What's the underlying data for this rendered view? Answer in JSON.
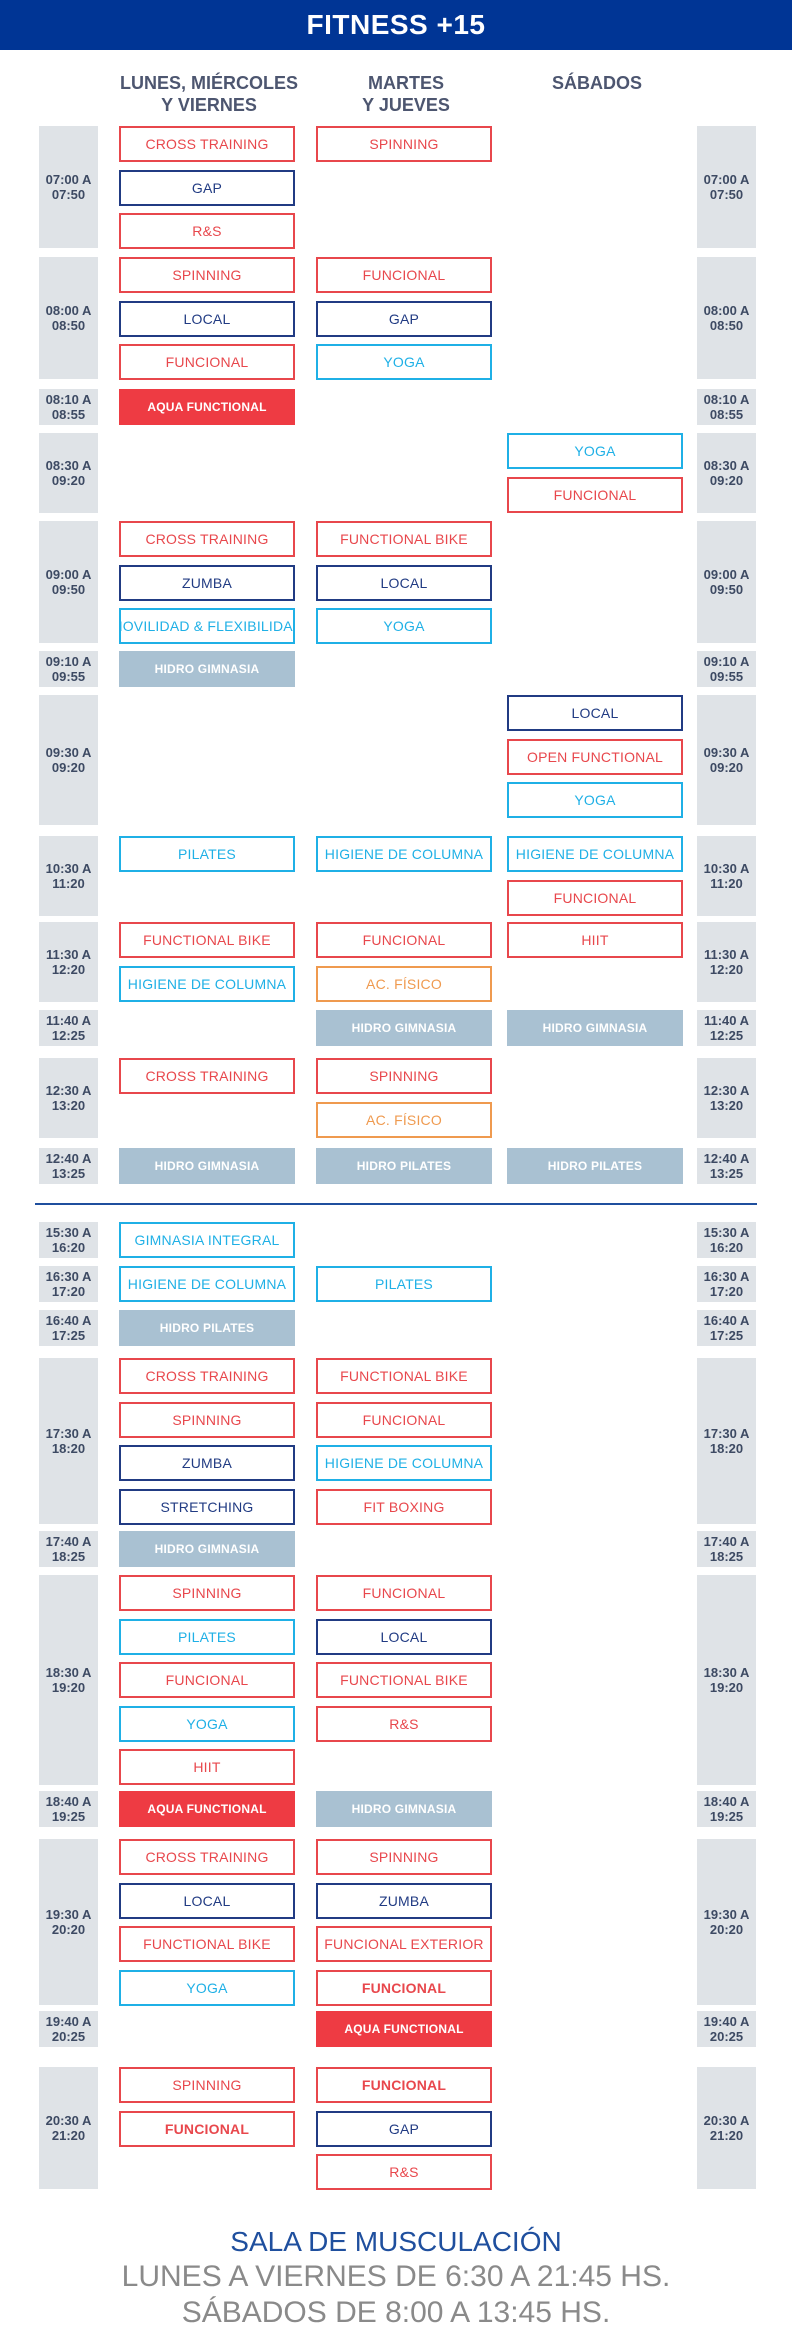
{
  "header": {
    "title": "FITNESS +15"
  },
  "columns": [
    "LUNES, MIÉRCOLES\nY VIERNES",
    "MARTES\nY JUEVES",
    "SÁBADOS"
  ],
  "colors": {
    "header_bg": "#003595",
    "red": "#e8474c",
    "navy": "#213b83",
    "cyan": "#1fb0e6",
    "orange": "#ef9a4f",
    "fill_red": "#ee3b43",
    "fill_gray": "#a9c1d2",
    "time_bg": "#dfe3e7"
  },
  "times": [
    {
      "label": "07:00 A\n07:50"
    },
    {
      "label": "08:00 A\n08:50"
    },
    {
      "label": "08:10 A\n08:55"
    },
    {
      "label": "08:30 A\n09:20"
    },
    {
      "label": "09:00 A\n09:50"
    },
    {
      "label": "09:10 A\n09:55"
    },
    {
      "label": "09:30 A\n09:20"
    },
    {
      "label": "10:30 A\n11:20"
    },
    {
      "label": "11:30 A\n12:20"
    },
    {
      "label": "11:40 A\n12:25"
    },
    {
      "label": "12:30 A\n13:20"
    },
    {
      "label": "12:40 A\n13:25"
    },
    {
      "label": "15:30 A\n16:20"
    },
    {
      "label": "16:30 A\n17:20"
    },
    {
      "label": "16:40 A\n17:25"
    },
    {
      "label": "17:30 A\n18:20"
    },
    {
      "label": "17:40 A\n18:25"
    },
    {
      "label": "18:30 A\n19:20"
    },
    {
      "label": "18:40 A\n19:25"
    },
    {
      "label": "19:30 A\n20:20"
    },
    {
      "label": "19:40 A\n20:25"
    },
    {
      "label": "20:30 A\n21:20"
    }
  ],
  "classes": [
    {
      "time": 0,
      "col": 0,
      "row": 0,
      "name": "CROSS TRAINING",
      "style": "red"
    },
    {
      "time": 0,
      "col": 0,
      "row": 1,
      "name": "GAP",
      "style": "navy"
    },
    {
      "time": 0,
      "col": 0,
      "row": 2,
      "name": "R&S",
      "style": "red"
    },
    {
      "time": 0,
      "col": 1,
      "row": 0,
      "name": "SPINNING",
      "style": "red"
    },
    {
      "time": 1,
      "col": 0,
      "row": 0,
      "name": "SPINNING",
      "style": "red"
    },
    {
      "time": 1,
      "col": 0,
      "row": 1,
      "name": "LOCAL",
      "style": "navy"
    },
    {
      "time": 1,
      "col": 0,
      "row": 2,
      "name": "FUNCIONAL",
      "style": "red"
    },
    {
      "time": 1,
      "col": 1,
      "row": 0,
      "name": "FUNCIONAL",
      "style": "red"
    },
    {
      "time": 1,
      "col": 1,
      "row": 1,
      "name": "GAP",
      "style": "navy"
    },
    {
      "time": 1,
      "col": 1,
      "row": 2,
      "name": "YOGA",
      "style": "cyan"
    },
    {
      "time": 2,
      "col": 0,
      "row": 0,
      "name": "AQUA FUNCTIONAL",
      "style": "fillred"
    },
    {
      "time": 3,
      "col": 2,
      "row": 0,
      "name": "YOGA",
      "style": "cyan"
    },
    {
      "time": 3,
      "col": 2,
      "row": 1,
      "name": "FUNCIONAL",
      "style": "red"
    },
    {
      "time": 4,
      "col": 0,
      "row": 0,
      "name": "CROSS TRAINING",
      "style": "red"
    },
    {
      "time": 4,
      "col": 0,
      "row": 1,
      "name": "ZUMBA",
      "style": "navy"
    },
    {
      "time": 4,
      "col": 0,
      "row": 2,
      "name": "MOVILIDAD & FLEXIBILIDAD",
      "style": "cyan"
    },
    {
      "time": 4,
      "col": 1,
      "row": 0,
      "name": "FUNCTIONAL BIKE",
      "style": "red"
    },
    {
      "time": 4,
      "col": 1,
      "row": 1,
      "name": "LOCAL",
      "style": "navy"
    },
    {
      "time": 4,
      "col": 1,
      "row": 2,
      "name": "YOGA",
      "style": "cyan"
    },
    {
      "time": 5,
      "col": 0,
      "row": 0,
      "name": "HIDRO GIMNASIA",
      "style": "fillgray"
    },
    {
      "time": 6,
      "col": 2,
      "row": 0,
      "name": "LOCAL",
      "style": "navy"
    },
    {
      "time": 6,
      "col": 2,
      "row": 1,
      "name": "OPEN FUNCTIONAL",
      "style": "red"
    },
    {
      "time": 6,
      "col": 2,
      "row": 2,
      "name": "YOGA",
      "style": "cyan"
    },
    {
      "time": 7,
      "col": 0,
      "row": 0,
      "name": "PILATES",
      "style": "cyan"
    },
    {
      "time": 7,
      "col": 1,
      "row": 0,
      "name": "HIGIENE DE COLUMNA",
      "style": "cyan"
    },
    {
      "time": 7,
      "col": 2,
      "row": 0,
      "name": "HIGIENE DE COLUMNA",
      "style": "cyan"
    },
    {
      "time": 7,
      "col": 2,
      "row": 1,
      "name": "FUNCIONAL",
      "style": "red"
    },
    {
      "time": 8,
      "col": 0,
      "row": 0,
      "name": "FUNCTIONAL BIKE",
      "style": "red"
    },
    {
      "time": 8,
      "col": 0,
      "row": 1,
      "name": "HIGIENE DE COLUMNA",
      "style": "cyan"
    },
    {
      "time": 8,
      "col": 1,
      "row": 0,
      "name": "FUNCIONAL",
      "style": "red"
    },
    {
      "time": 8,
      "col": 1,
      "row": 1,
      "name": "AC. FÍSICO",
      "style": "orange"
    },
    {
      "time": 8,
      "col": 2,
      "row": 0,
      "name": "HIIT",
      "style": "red"
    },
    {
      "time": 9,
      "col": 1,
      "row": 0,
      "name": "HIDRO GIMNASIA",
      "style": "fillgray"
    },
    {
      "time": 9,
      "col": 2,
      "row": 0,
      "name": "HIDRO GIMNASIA",
      "style": "fillgray"
    },
    {
      "time": 10,
      "col": 0,
      "row": 0,
      "name": "CROSS TRAINING",
      "style": "red"
    },
    {
      "time": 10,
      "col": 1,
      "row": 0,
      "name": "SPINNING",
      "style": "red"
    },
    {
      "time": 10,
      "col": 1,
      "row": 1,
      "name": "AC. FÍSICO",
      "style": "orange"
    },
    {
      "time": 11,
      "col": 0,
      "row": 0,
      "name": "HIDRO GIMNASIA",
      "style": "fillgray"
    },
    {
      "time": 11,
      "col": 1,
      "row": 0,
      "name": "HIDRO PILATES",
      "style": "fillgray"
    },
    {
      "time": 11,
      "col": 2,
      "row": 0,
      "name": "HIDRO PILATES",
      "style": "fillgray"
    },
    {
      "time": 12,
      "col": 0,
      "row": 0,
      "name": "GIMNASIA INTEGRAL",
      "style": "cyan"
    },
    {
      "time": 13,
      "col": 0,
      "row": 0,
      "name": "HIGIENE DE COLUMNA",
      "style": "cyan"
    },
    {
      "time": 13,
      "col": 1,
      "row": 0,
      "name": "PILATES",
      "style": "cyan"
    },
    {
      "time": 14,
      "col": 0,
      "row": 0,
      "name": "HIDRO PILATES",
      "style": "fillgray"
    },
    {
      "time": 15,
      "col": 0,
      "row": 0,
      "name": "CROSS TRAINING",
      "style": "red"
    },
    {
      "time": 15,
      "col": 0,
      "row": 1,
      "name": "SPINNING",
      "style": "red"
    },
    {
      "time": 15,
      "col": 0,
      "row": 2,
      "name": "ZUMBA",
      "style": "navy"
    },
    {
      "time": 15,
      "col": 0,
      "row": 3,
      "name": "STRETCHING",
      "style": "navy"
    },
    {
      "time": 15,
      "col": 1,
      "row": 0,
      "name": "FUNCTIONAL BIKE",
      "style": "red"
    },
    {
      "time": 15,
      "col": 1,
      "row": 1,
      "name": "FUNCIONAL",
      "style": "red"
    },
    {
      "time": 15,
      "col": 1,
      "row": 2,
      "name": "HIGIENE DE COLUMNA",
      "style": "cyan"
    },
    {
      "time": 15,
      "col": 1,
      "row": 3,
      "name": "FIT BOXING",
      "style": "red"
    },
    {
      "time": 16,
      "col": 0,
      "row": 0,
      "name": "HIDRO GIMNASIA",
      "style": "fillgray"
    },
    {
      "time": 17,
      "col": 0,
      "row": 0,
      "name": "SPINNING",
      "style": "red"
    },
    {
      "time": 17,
      "col": 0,
      "row": 1,
      "name": "PILATES",
      "style": "cyan"
    },
    {
      "time": 17,
      "col": 0,
      "row": 2,
      "name": "FUNCIONAL",
      "style": "red"
    },
    {
      "time": 17,
      "col": 0,
      "row": 3,
      "name": "YOGA",
      "style": "cyan"
    },
    {
      "time": 17,
      "col": 0,
      "row": 4,
      "name": "HIIT",
      "style": "red"
    },
    {
      "time": 17,
      "col": 1,
      "row": 0,
      "name": "FUNCIONAL",
      "style": "red"
    },
    {
      "time": 17,
      "col": 1,
      "row": 1,
      "name": "LOCAL",
      "style": "navy"
    },
    {
      "time": 17,
      "col": 1,
      "row": 2,
      "name": "FUNCTIONAL BIKE",
      "style": "red"
    },
    {
      "time": 17,
      "col": 1,
      "row": 3,
      "name": "R&S",
      "style": "red"
    },
    {
      "time": 18,
      "col": 0,
      "row": 0,
      "name": "AQUA FUNCTIONAL",
      "style": "fillred"
    },
    {
      "time": 18,
      "col": 1,
      "row": 0,
      "name": "HIDRO GIMNASIA",
      "style": "fillgray"
    },
    {
      "time": 19,
      "col": 0,
      "row": 0,
      "name": "CROSS TRAINING",
      "style": "red"
    },
    {
      "time": 19,
      "col": 0,
      "row": 1,
      "name": "LOCAL",
      "style": "navy"
    },
    {
      "time": 19,
      "col": 0,
      "row": 2,
      "name": "FUNCTIONAL BIKE",
      "style": "red"
    },
    {
      "time": 19,
      "col": 0,
      "row": 3,
      "name": "YOGA",
      "style": "cyan"
    },
    {
      "time": 19,
      "col": 1,
      "row": 0,
      "name": "SPINNING",
      "style": "red"
    },
    {
      "time": 19,
      "col": 1,
      "row": 1,
      "name": "ZUMBA",
      "style": "navy"
    },
    {
      "time": 19,
      "col": 1,
      "row": 2,
      "name": "FUNCIONAL EXTERIOR",
      "style": "red"
    },
    {
      "time": 19,
      "col": 1,
      "row": 3,
      "name": "FUNCIONAL",
      "style": "redb"
    },
    {
      "time": 20,
      "col": 1,
      "row": 0,
      "name": "AQUA FUNCTIONAL",
      "style": "fillred"
    },
    {
      "time": 21,
      "col": 0,
      "row": 0,
      "name": "SPINNING",
      "style": "red"
    },
    {
      "time": 21,
      "col": 0,
      "row": 1,
      "name": "FUNCIONAL",
      "style": "redb"
    },
    {
      "time": 21,
      "col": 1,
      "row": 0,
      "name": "FUNCIONAL",
      "style": "redb"
    },
    {
      "time": 21,
      "col": 1,
      "row": 1,
      "name": "GAP",
      "style": "navy"
    },
    {
      "time": 21,
      "col": 1,
      "row": 2,
      "name": "R&S",
      "style": "red"
    }
  ],
  "footer": {
    "title": "SALA DE MUSCULACIÓN",
    "line1": "LUNES A VIERNES DE 6:30 A 21:45 HS.",
    "line2": "SÁBADOS DE 8:00 A 13:45 HS."
  }
}
